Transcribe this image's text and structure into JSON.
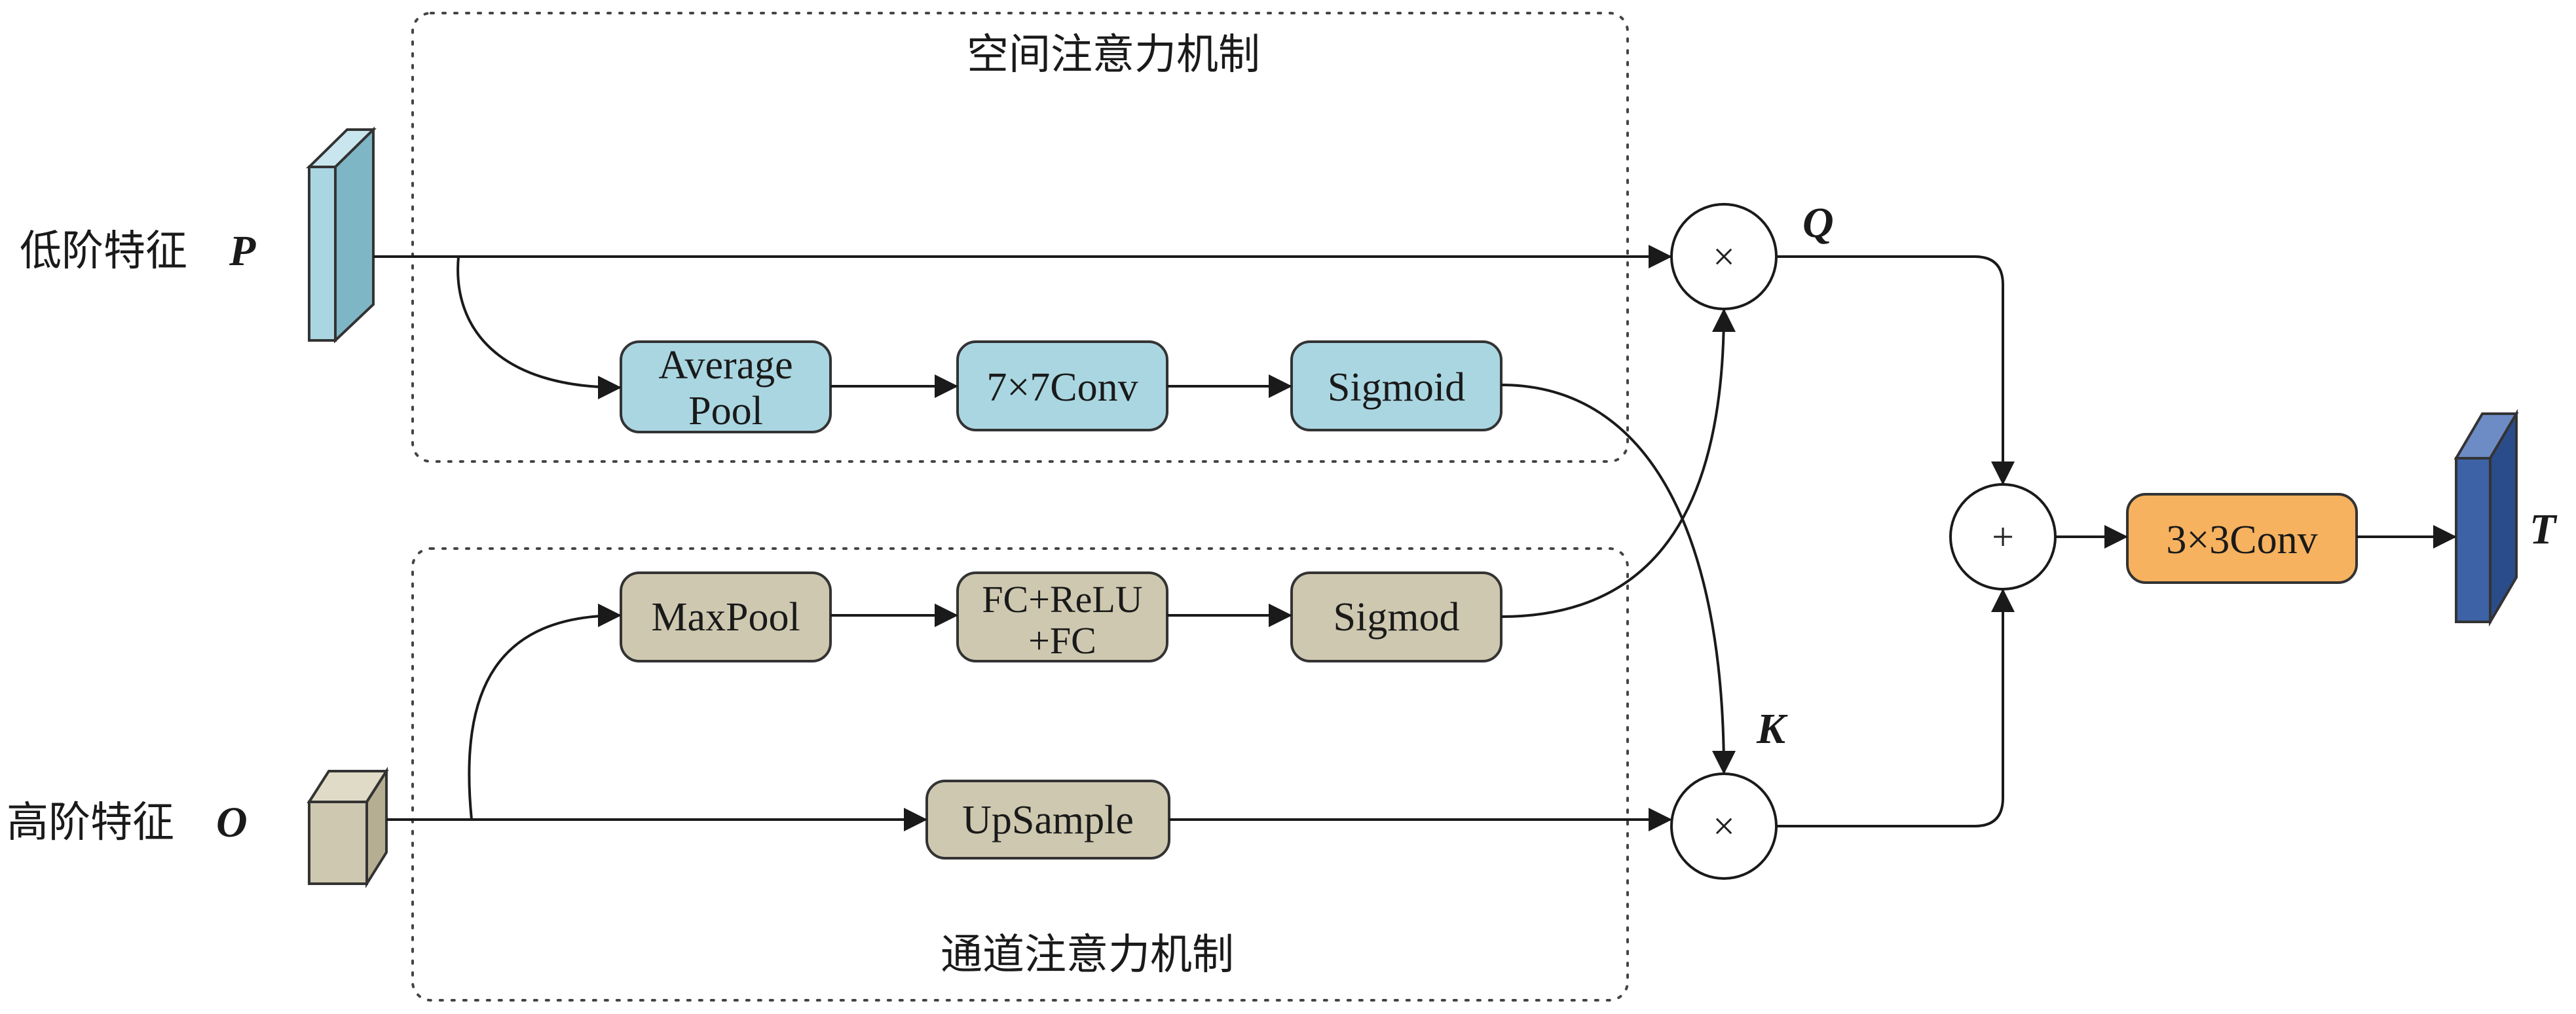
{
  "regions": {
    "spatial_title": "空间注意力机制",
    "channel_title": "通道注意力机制"
  },
  "inputs": {
    "low_label": "低阶特征",
    "low_var": "P",
    "high_label": "高阶特征",
    "high_var": "O"
  },
  "boxes": {
    "avgpool_line1": "Average",
    "avgpool_line2": "Pool",
    "conv7": "7×7Conv",
    "sigmoid": "Sigmoid",
    "maxpool": "MaxPool",
    "fc_line1": "FC+ReLU",
    "fc_line2": "+FC",
    "sigmod": "Sigmod",
    "upsample": "UpSample",
    "conv3": "3×3Conv"
  },
  "operators": {
    "mult_top": "×",
    "mult_bottom": "×",
    "add": "+"
  },
  "variables": {
    "q": "Q",
    "k": "K",
    "t": "T"
  },
  "colors": {
    "spatial_fill": "#a9d6e1",
    "channel_fill": "#cec8b0",
    "conv3_fill": "#f6b25f",
    "output_fill": "#3e62a6",
    "low_feature_fill": "#a9d6e1",
    "high_feature_fill": "#cec8b0"
  }
}
